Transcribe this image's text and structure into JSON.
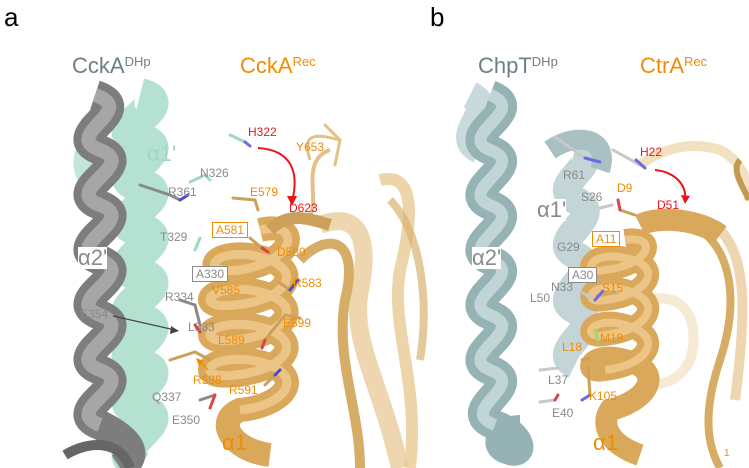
{
  "colors": {
    "red": "#e8161b",
    "orange": "#f28c00",
    "gray": "#8a8a8a",
    "teal": "#9fd8c4",
    "slate": "#6f7f86"
  },
  "panel_a": {
    "letter": "a",
    "title_left": {
      "text": "CckA",
      "sup": "DHp"
    },
    "title_right": {
      "text": "CckA",
      "sup": "Rec"
    },
    "helices": {
      "a1p": "α1'",
      "a2p": "α2'",
      "a1": "α1"
    },
    "residues": {
      "H322": "H322",
      "Y653": "Y653",
      "N326": "N326",
      "R361": "R361",
      "E579": "E579",
      "D623": "D623",
      "A581": "A581",
      "T329": "T329",
      "D580": "D580",
      "A330": "A330",
      "R583": "R583",
      "V585": "V585",
      "R334": "R334",
      "E354": "E354",
      "L333": "L333",
      "E599": "E599",
      "L589": "L589",
      "R588": "R588",
      "Q337": "Q337",
      "R591": "R591",
      "E350": "E350"
    }
  },
  "panel_b": {
    "letter": "b",
    "title_left": {
      "text": "ChpT",
      "sup": "DHp"
    },
    "title_right": {
      "text": "CtrA",
      "sup": "Rec"
    },
    "helices": {
      "a1p": "α1'",
      "a2p": "α2'",
      "a1": "α1"
    },
    "residues": {
      "H22": "H22",
      "R61": "R61",
      "S26": "S26",
      "D9": "D9",
      "D51": "D51",
      "A11": "A11",
      "G29": "G29",
      "A30": "A30",
      "N33": "N33",
      "S15": "S15",
      "L50": "L50",
      "M19": "M19",
      "L18": "L18",
      "L37": "L37",
      "K105": "K105",
      "E40": "E40"
    },
    "corner_mark": "1"
  }
}
